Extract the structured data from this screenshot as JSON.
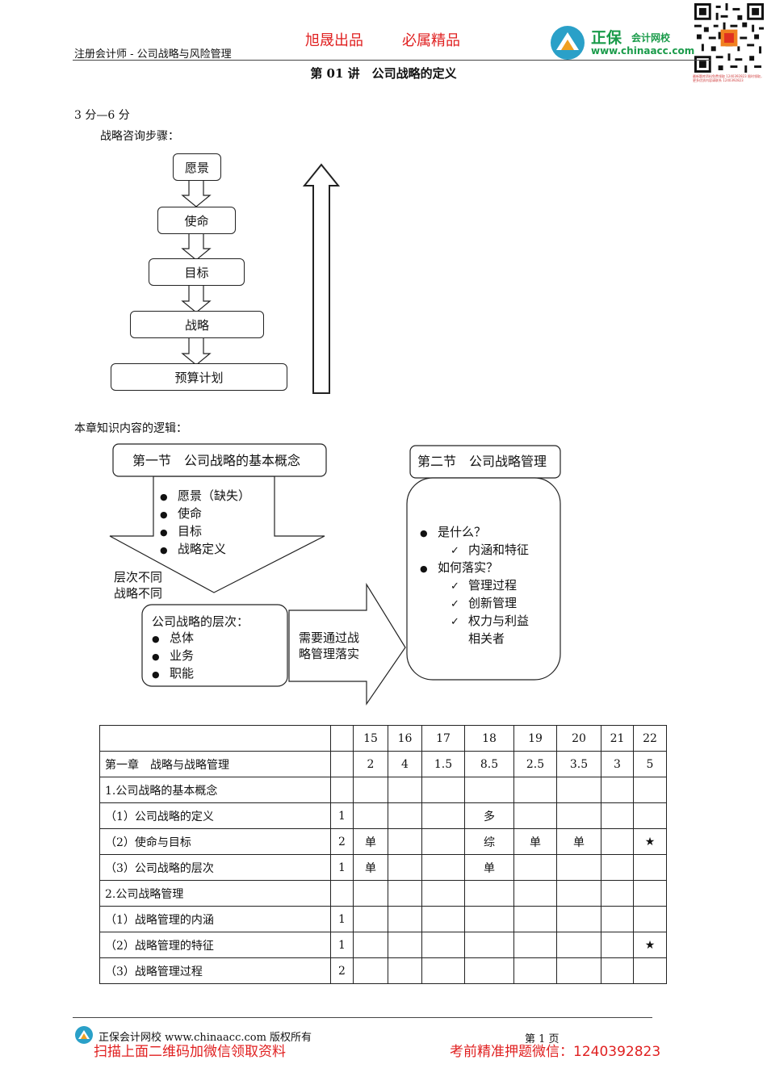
{
  "header": {
    "course": "注册会计师 - 公司战略与风险管理",
    "tag1": "旭晟出品",
    "tag2": "必属精品",
    "logo_name": "正保",
    "logo_sub": "会计网校",
    "logo_url": "www.chinaacc.com",
    "qr_caption": "最新题库资料免费领取 1240392823 限时领取，更多优质内容请联系 1240392823"
  },
  "page_title": "第 01 讲　公司战略的定义",
  "score": "3 分—6 分",
  "steps_title": "战略咨询步骤：",
  "flow_steps": [
    "愿景",
    "使命",
    "目标",
    "战略",
    "预算计划"
  ],
  "logic_title": "本章知识内容的逻辑：",
  "diagram": {
    "section1": "第一节　公司战略的基本概念",
    "section1_items": [
      "愿景（缺失）",
      "使命",
      "目标",
      "战略定义"
    ],
    "side_note_1": "层次不同",
    "side_note_2": "战略不同",
    "levels_title": "公司战略的层次：",
    "levels_items": [
      "总体",
      "业务",
      "职能"
    ],
    "arrow_text_1": "需要通过战",
    "arrow_text_2": "略管理落实",
    "section2": "第二节　公司战略管理",
    "section2_q1": "是什么？",
    "section2_q1_items": [
      "内涵和特征"
    ],
    "section2_q2": "如何落实？",
    "section2_q2_items": [
      "管理过程",
      "创新管理",
      "权力与利益"
    ],
    "section2_q2_tail": "相关者"
  },
  "table": {
    "years": [
      "15",
      "16",
      "17",
      "18",
      "19",
      "20",
      "21",
      "22"
    ],
    "rows": [
      {
        "label": "第一章　战略与战略管理",
        "level": "",
        "cells": [
          "2",
          "4",
          "1.5",
          "8.5",
          "2.5",
          "3.5",
          "3",
          "5"
        ]
      },
      {
        "label": "1.公司战略的基本概念",
        "level": "",
        "cells": [
          "",
          "",
          "",
          "",
          "",
          "",
          "",
          ""
        ]
      },
      {
        "label": "（1）公司战略的定义",
        "level": "1",
        "cells": [
          "",
          "",
          "",
          "多",
          "",
          "",
          "",
          ""
        ]
      },
      {
        "label": "（2）使命与目标",
        "level": "2",
        "cells": [
          "单",
          "",
          "",
          "综",
          "单",
          "单",
          "",
          "★"
        ]
      },
      {
        "label": "（3）公司战略的层次",
        "level": "1",
        "cells": [
          "单",
          "",
          "",
          "单",
          "",
          "",
          "",
          ""
        ]
      },
      {
        "label": "2.公司战略管理",
        "level": "",
        "cells": [
          "",
          "",
          "",
          "",
          "",
          "",
          "",
          ""
        ]
      },
      {
        "label": "（1）战略管理的内涵",
        "level": "1",
        "cells": [
          "",
          "",
          "",
          "",
          "",
          "",
          "",
          ""
        ]
      },
      {
        "label": "（2）战略管理的特征",
        "level": "1",
        "cells": [
          "",
          "",
          "",
          "",
          "",
          "",
          "",
          "★"
        ]
      },
      {
        "label": "（3）战略管理过程",
        "level": "2",
        "cells": [
          "",
          "",
          "",
          "",
          "",
          "",
          "",
          ""
        ]
      }
    ]
  },
  "footer": {
    "copyright": "正保会计网校 www.chinaacc.com 版权所有",
    "page": "第 1 页",
    "promo_left": "扫描上面二维码加微信领取资料",
    "promo_right": "考前精准押题微信：1240392823"
  },
  "colors": {
    "brand_green": "#1a9b4a",
    "promo_red": "#e02020"
  }
}
